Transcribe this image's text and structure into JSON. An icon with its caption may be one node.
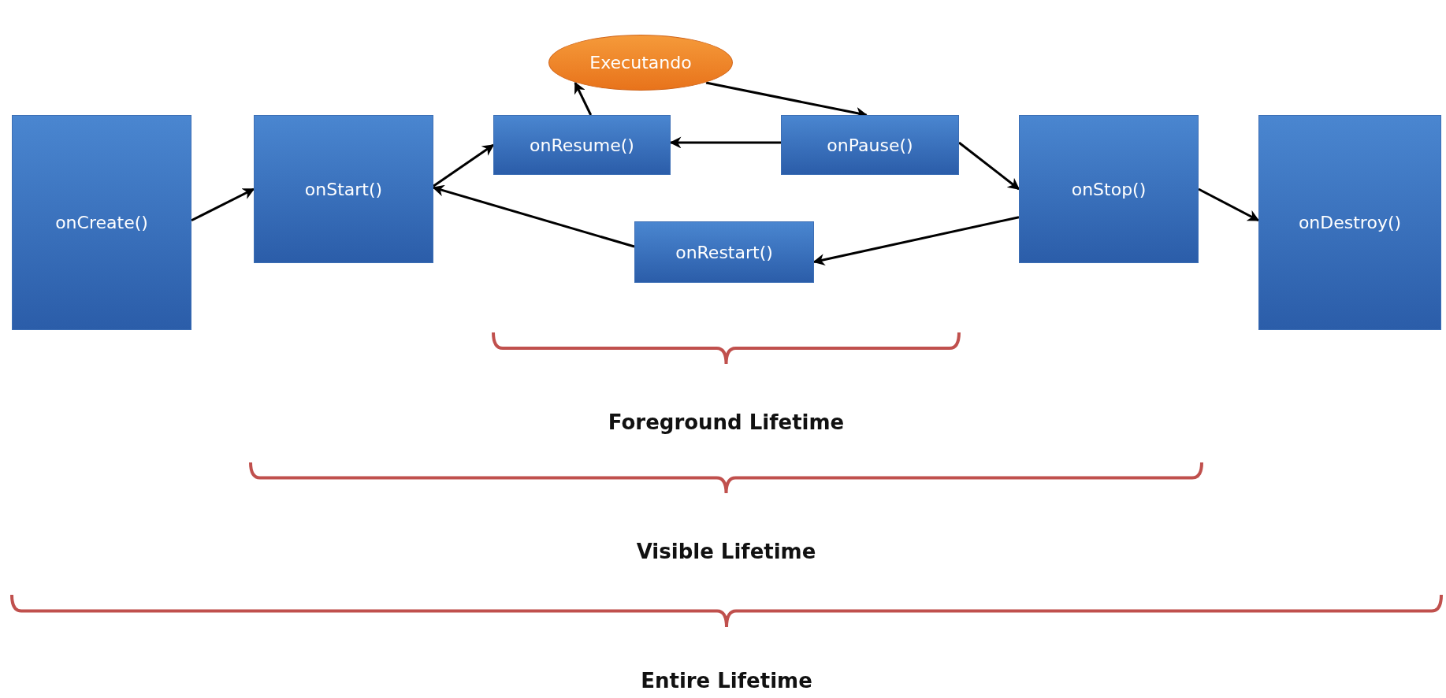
{
  "diagram": {
    "nodes": [
      {
        "text": [
          "onCreate()"
        ]
      },
      {
        "text": [
          "onStart()"
        ]
      },
      {
        "text": [
          "Executando"
        ]
      },
      {
        "text": [
          "onResume()"
        ]
      },
      {
        "text": [
          "onPause()"
        ]
      },
      {
        "text": [
          "onStop()"
        ]
      },
      {
        "text": [
          "onDestroy()"
        ]
      },
      {
        "text": [
          "onRestart()"
        ]
      }
    ],
    "edges": [
      {
        "from": 0,
        "to": 1,
        "arrow": "to"
      },
      {
        "from": 1,
        "to": 3,
        "arrow": "to"
      },
      {
        "from": 3,
        "to": 2,
        "arrow": "to"
      },
      {
        "from": 2,
        "to": 4,
        "arrow": "to"
      },
      {
        "from": 4,
        "to": 3,
        "arrow": "to"
      },
      {
        "from": 4,
        "to": 5,
        "arrow": "to"
      },
      {
        "from": 5,
        "to": 7,
        "arrow": "to"
      },
      {
        "from": 7,
        "to": 1,
        "arrow": "to"
      },
      {
        "from": 5,
        "to": 6,
        "arrow": "to"
      }
    ],
    "labels": [
      "Foreground Lifetime",
      "Visible Lifetime",
      "Entire Lifetime"
    ]
  }
}
